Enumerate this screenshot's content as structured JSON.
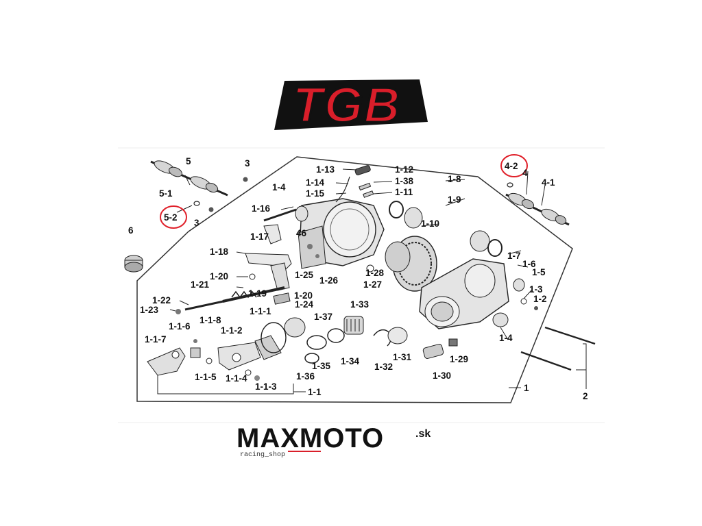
{
  "brand_logo": {
    "text": "TGB",
    "fill": "#d91e2a",
    "outline": "#111111"
  },
  "diagram": {
    "colors": {
      "line": "#222222",
      "part_fill": "#e6e6e6",
      "part_dark": "#888888",
      "highlight": "#e0202a"
    },
    "labels": {
      "l_1_13": "1-13",
      "l_1_12": "1-12",
      "l_1_14": "1-14",
      "l_1_38": "1-38",
      "l_1_15": "1-15",
      "l_1_11": "1-11",
      "l_1_8": "1-8",
      "l_1_9": "1-9",
      "l_1_10": "1-10",
      "l_1_4a": "1-4",
      "l_1_16": "1-16",
      "l_1_17": "1-17",
      "l_46": "46",
      "l_1_18": "1-18",
      "l_1_20a": "1-20",
      "l_1_21": "1-21",
      "l_1_25": "1-25",
      "l_1_26": "1-26",
      "l_1_27": "1-27",
      "l_1_28": "1-28",
      "l_1_19": "1-19",
      "l_1_20b": "1-20",
      "l_1_22": "1-22",
      "l_1_24": "1-24",
      "l_1_23": "1-23",
      "l_1_33": "1-33",
      "l_1_1_1": "1-1-1",
      "l_1_37": "1-37",
      "l_1_1_6": "1-1-6",
      "l_1_1_8": "1-1-8",
      "l_1_1_2": "1-1-2",
      "l_1_1_7": "1-1-7",
      "l_1_34": "1-34",
      "l_1_35": "1-35",
      "l_1_36": "1-36",
      "l_1_32": "1-32",
      "l_1_31": "1-31",
      "l_1_29": "1-29",
      "l_1_30": "1-30",
      "l_1_1_5": "1-1-5",
      "l_1_1_4": "1-1-4",
      "l_1_1_3": "1-1-3",
      "l_1_1": "1-1",
      "l_1": "1",
      "l_2": "2",
      "l_1_7": "1-7",
      "l_1_6": "1-6",
      "l_1_5": "1-5",
      "l_1_3": "1-3",
      "l_1_2": "1-2",
      "l_1_4b": "1-4",
      "l_5": "5",
      "l_5_1": "5-1",
      "l_5_2": "5-2",
      "l_3a": "3",
      "l_3b": "3",
      "l_6": "6",
      "l_4_2": "4-2",
      "l_4": "4",
      "l_4_1": "4-1"
    }
  },
  "footer_logo": {
    "main": "MAXMOTO",
    "suffix": ".sk",
    "tagline": "racing_shop",
    "color": "#111111",
    "accent": "#d91e2a"
  }
}
